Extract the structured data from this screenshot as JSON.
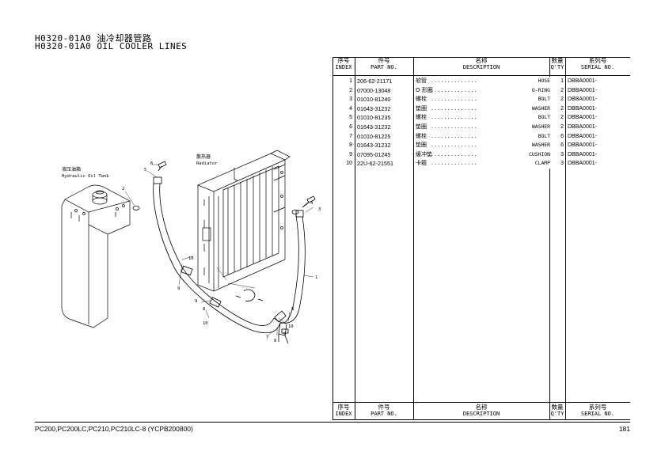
{
  "header": {
    "title_cn": "H0320-01A0 油冷却器管路",
    "title_en": "H0320-01A0 OIL COOLER LINES"
  },
  "table": {
    "columns": {
      "index_cn": "序号",
      "index_en": "INDEX",
      "part_no_cn": "件号",
      "part_no_en": "PART NO.",
      "desc_cn": "名称",
      "desc_en": "DESCRIPTION",
      "qty_cn": "数量",
      "qty_en": "Q'TY",
      "serial_cn": "系列号",
      "serial_en": "SERIAL NO."
    },
    "rows": [
      {
        "index": "1",
        "part_no": "206-62-21171",
        "desc_cn": "软管",
        "desc_en": "HOSE",
        "qty": "1",
        "serial": "DBBA0001-"
      },
      {
        "index": "2",
        "part_no": "07000-13048",
        "desc_cn": "O 形圈",
        "desc_en": "O-RING",
        "qty": "2",
        "serial": "DBBA0001-"
      },
      {
        "index": "3",
        "part_no": "01010-81240",
        "desc_cn": "螺栓",
        "desc_en": "BOLT",
        "qty": "2",
        "serial": "DBBA0001-"
      },
      {
        "index": "4",
        "part_no": "01643-31232",
        "desc_cn": "垫圈",
        "desc_en": "WASHER",
        "qty": "2",
        "serial": "DBBA0001-"
      },
      {
        "index": "5",
        "part_no": "01010-81235",
        "desc_cn": "螺栓",
        "desc_en": "BOLT",
        "qty": "2",
        "serial": "DBBA0001-"
      },
      {
        "index": "6",
        "part_no": "01643-31232",
        "desc_cn": "垫圈",
        "desc_en": "WASHER",
        "qty": "2",
        "serial": "DBBA0001-"
      },
      {
        "index": "7",
        "part_no": "01010-81225",
        "desc_cn": "螺栓",
        "desc_en": "BOLT",
        "qty": "6",
        "serial": "DBBA0001-"
      },
      {
        "index": "8",
        "part_no": "01643-31232",
        "desc_cn": "垫圈",
        "desc_en": "WASHER",
        "qty": "6",
        "serial": "DBBA0001-"
      },
      {
        "index": "9",
        "part_no": "07095-01245",
        "desc_cn": "缓冲垫",
        "desc_en": "CUSHION",
        "qty": "3",
        "serial": "DBBA0001-"
      },
      {
        "index": "10",
        "part_no": "22U-62-21551",
        "desc_cn": "卡箍",
        "desc_en": "CLAMP",
        "qty": "3",
        "serial": "DBBA0001-"
      }
    ]
  },
  "diagram": {
    "tank_label_cn": "液压油箱",
    "tank_label_en": "Hydraulic Oil Tank",
    "radiator_label_cn": "散热器",
    "radiator_label_en": "Radiator",
    "callouts": {
      "c1": "1",
      "c2": "2",
      "c3": "3",
      "c4": "4",
      "c5": "5",
      "c6": "6",
      "c7": "7",
      "c8a": "8",
      "c8b": "8",
      "c8c": "8",
      "c9a": "9",
      "c9b": "9",
      "c9c": "9",
      "c10a": "10",
      "c10b": "10",
      "c10c": "10"
    }
  },
  "footer": {
    "models": "PC200,PC200LC,PC210,PC210LC-8 (YCPB200800)",
    "page": "181"
  }
}
